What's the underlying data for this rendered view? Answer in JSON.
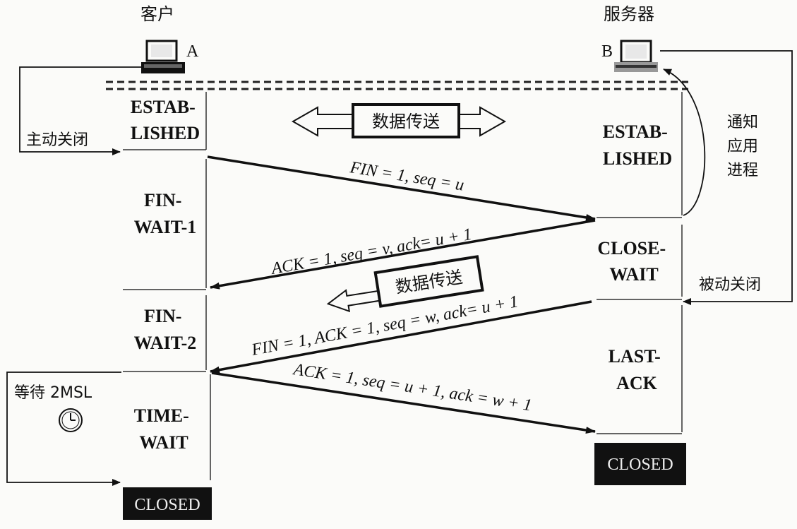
{
  "client": {
    "title": "客户",
    "label": "A"
  },
  "server": {
    "title": "服务器",
    "label": "B"
  },
  "client_states": {
    "established": [
      "ESTAB-",
      "LISHED"
    ],
    "fin_wait_1": [
      "FIN-",
      "WAIT-1"
    ],
    "fin_wait_2": [
      "FIN-",
      "WAIT-2"
    ],
    "time_wait": [
      "TIME-",
      "WAIT"
    ],
    "closed": "CLOSED"
  },
  "server_states": {
    "established": [
      "ESTAB-",
      "LISHED"
    ],
    "close_wait": [
      "CLOSE-",
      "WAIT"
    ],
    "last_ack": [
      "LAST-",
      "ACK"
    ],
    "closed": "CLOSED"
  },
  "messages": {
    "m1": "FIN = 1, seq = u",
    "m2": "ACK = 1, seq = v, ack= u + 1",
    "m3": "FIN = 1, ACK = 1, seq = w, ack= u + 1",
    "m4": "ACK = 1, seq = u + 1, ack = w + 1"
  },
  "data_transfer": "数据传送",
  "active_close": "主动关闭",
  "passive_close": "被动关闭",
  "notify_app": [
    "通知",
    "应用",
    "进程"
  ],
  "wait_2msl": "等待 2MSL",
  "icons": {
    "computer": "computer-icon",
    "clock": "clock-icon"
  }
}
